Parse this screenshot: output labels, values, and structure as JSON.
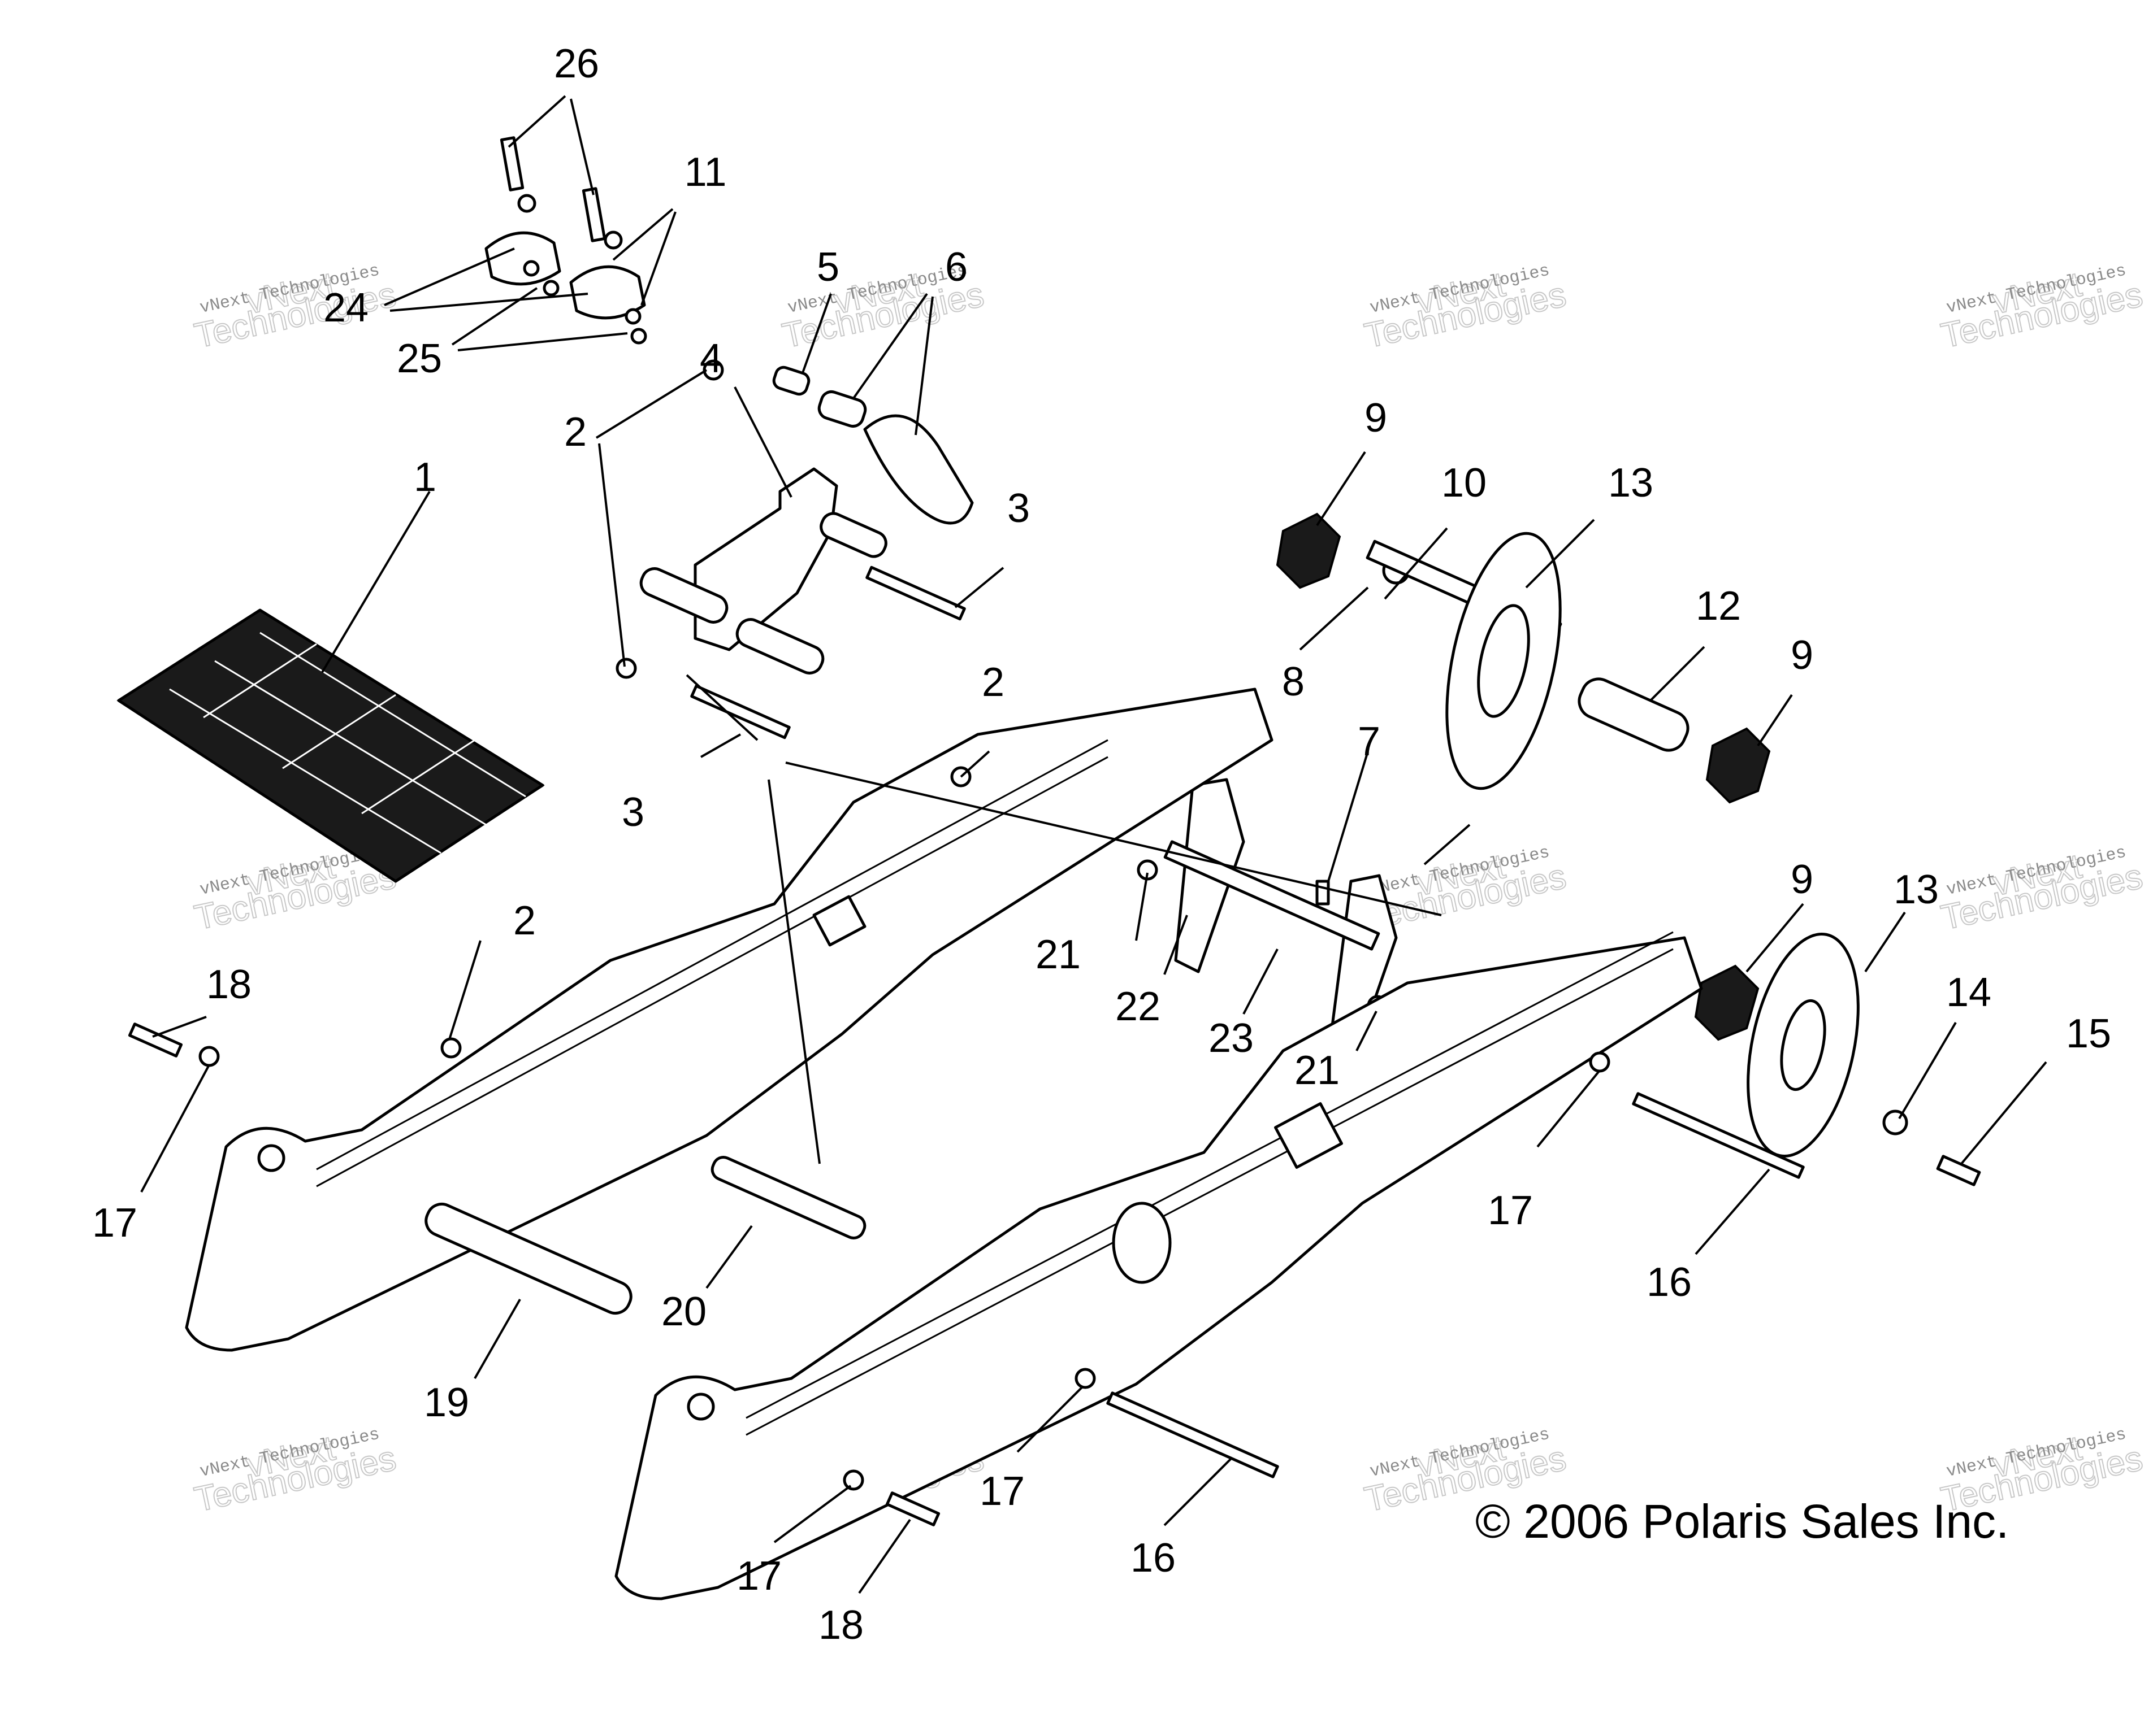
{
  "copyright": "© 2006 Polaris Sales Inc.",
  "watermark": {
    "brand": "vNext",
    "line": "vNext Technologies",
    "big": "Technologies"
  },
  "callouts": [
    "26",
    "11",
    "24",
    "25",
    "5",
    "6",
    "4",
    "2",
    "3",
    "1",
    "9",
    "10",
    "13",
    "8",
    "12",
    "9",
    "3",
    "2",
    "7",
    "2",
    "21",
    "22",
    "23",
    "21",
    "9",
    "13",
    "14",
    "15",
    "18",
    "17",
    "17",
    "16",
    "20",
    "19",
    "17",
    "17",
    "16",
    "18"
  ]
}
